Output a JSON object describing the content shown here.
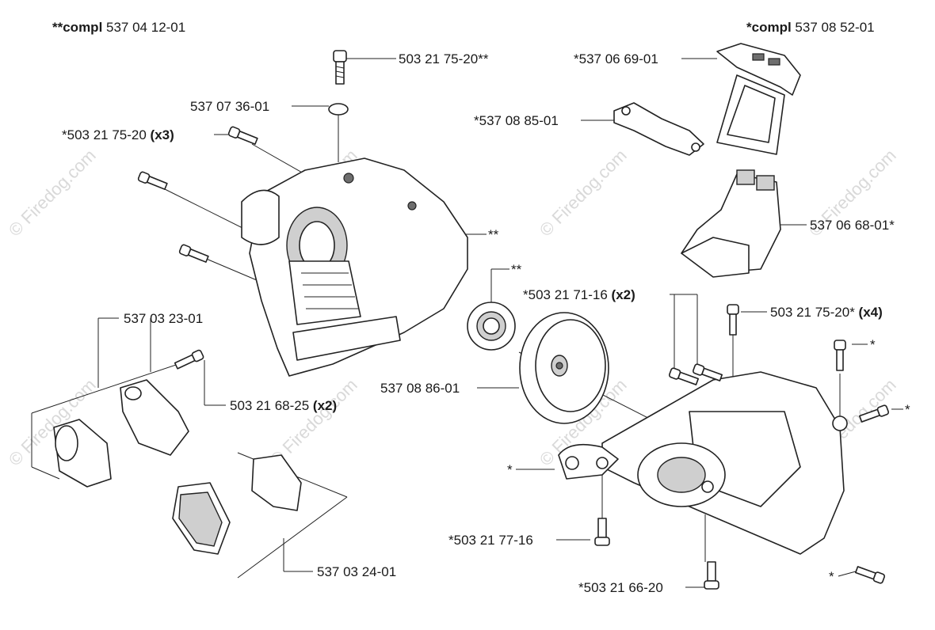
{
  "kits": [
    {
      "prefix": "**compl",
      "number": " 537 04 12-01"
    },
    {
      "prefix": "*compl",
      "number": " 537 08 52-01"
    }
  ],
  "labels": {
    "l1": "503 21 75-20**",
    "l2": "537 07 36-01",
    "l3_main": "*503 21 75-20 ",
    "l3_bold": "(x3)",
    "l4": "*537 06 69-01",
    "l5": "*537 08 85-01",
    "l6": "537 06 68-01*",
    "l7": "**",
    "l8": "**",
    "l9_main": "*503 21 71-16 ",
    "l9_bold": "(x2)",
    "l10_main": "503 21 75-20* ",
    "l10_bold": "(x4)",
    "l11": "537 03 23-01",
    "l12_main": "503 21 68-25 ",
    "l12_bold": "(x2)",
    "l13": "537 08 86-01",
    "l14": "*",
    "l15": "*",
    "l16": "*",
    "l17": "*503 21 77-16",
    "l18": "537 03 24-01",
    "l19": "*503 21 66-20",
    "l20": "*"
  },
  "watermark": "© Firedog.com"
}
